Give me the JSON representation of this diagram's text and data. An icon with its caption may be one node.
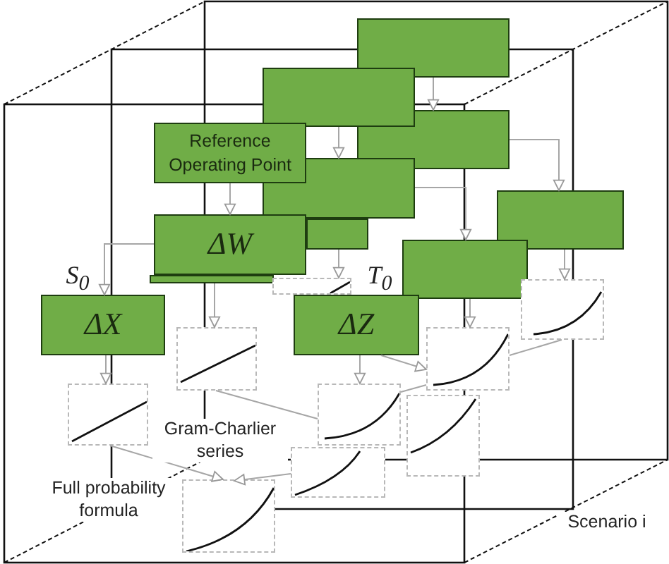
{
  "diagram": {
    "nodes": [
      {
        "text": [],
        "shape": "box"
      },
      {
        "text": [],
        "shape": "box"
      },
      {
        "text": [],
        "shape": "box"
      },
      {
        "text": [
          "Reference Operating Point"
        ]
      },
      {
        "text": [],
        "shape": "box"
      },
      {
        "text": [],
        "shape": "box"
      },
      {
        "text": [],
        "shape": "box"
      },
      {
        "text": [
          "ΔW"
        ]
      },
      {
        "text": [],
        "shape": "box"
      },
      {
        "text": [],
        "shape": "box"
      },
      {
        "text": [],
        "shape": "picture"
      },
      {
        "text": [
          "ΔX"
        ]
      },
      {
        "text": [
          "ΔZ"
        ]
      },
      {
        "text": [],
        "shape": "picture"
      },
      {
        "text": [],
        "shape": "picture"
      },
      {
        "text": [],
        "shape": "picture"
      },
      {
        "text": [],
        "shape": "picture"
      },
      {
        "text": [],
        "shape": "picture"
      },
      {
        "text": [],
        "shape": "picture"
      },
      {
        "text": [],
        "shape": "picture"
      },
      {
        "text": [],
        "shape": "picture"
      }
    ],
    "edges": [
      {
        "from": 0,
        "to": 2,
        "arrow": "to"
      },
      {
        "from": 1,
        "to": 4,
        "arrow": "to"
      },
      {
        "from": 3,
        "to": 7,
        "arrow": "to"
      },
      {
        "from": 2,
        "to": 5,
        "arrow": "to"
      },
      {
        "from": 4,
        "to": 9,
        "arrow": "to"
      },
      {
        "from": 5,
        "to": 13,
        "arrow": "to"
      },
      {
        "from": 9,
        "to": 15,
        "arrow": "to"
      },
      {
        "from": 7,
        "to": 11,
        "arrow": "to"
      },
      {
        "from": 6,
        "to": 10,
        "arrow": "to"
      },
      {
        "from": 8,
        "to": 14,
        "arrow": "to"
      },
      {
        "from": 11,
        "to": 16,
        "arrow": "to"
      },
      {
        "from": 12,
        "to": 17,
        "arrow": "to"
      },
      {
        "from": 12,
        "to": 15,
        "arrow": "to"
      },
      {
        "from": 16,
        "to": 20,
        "arrow": "to"
      },
      {
        "from": 19,
        "to": 20,
        "arrow": "to"
      },
      {
        "from": 14,
        "to": 17,
        "arrow": "none"
      },
      {
        "from": 13,
        "to": 15,
        "arrow": "none"
      },
      {
        "from": 15,
        "to": 17,
        "arrow": "none"
      }
    ],
    "labels": [
      "S$_{0}$",
      "T$_{0}$",
      "Gram-Charlier series",
      "Full probability formula",
      "Scenario i"
    ]
  }
}
